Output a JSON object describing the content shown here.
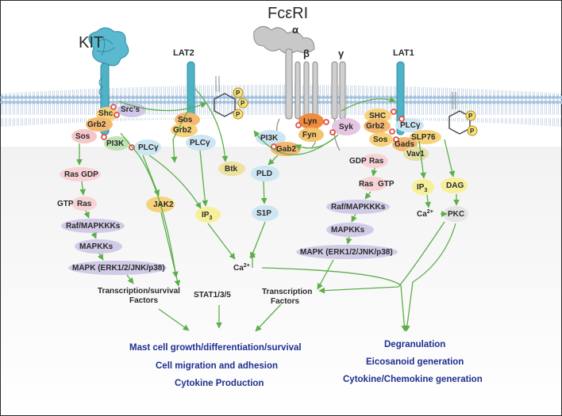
{
  "title": "FcεRI",
  "receptors": {
    "kit": "KIT",
    "lat2": "LAT2",
    "lat1": "LAT1",
    "alpha": "α",
    "beta": "β",
    "gamma": "γ"
  },
  "kit_pathway": {
    "shc": "Shc",
    "src": "Src's",
    "grb2": "Grb2",
    "sos": "Sos",
    "pi3k": "PI3K",
    "plcg": "PLCγ",
    "ras_gdp": "Ras GDP",
    "gtp": "GTP",
    "ras": "Ras",
    "raf": "Raf/MAPKKKs",
    "mapkks": "MAPKKs",
    "mapk": "MAPK (ERK1/2/JNK/p38)",
    "tf1": "Transcription/survival",
    "tf2": "Factors",
    "jak2": "JAK2",
    "stat": "STAT1/3/5"
  },
  "lat2_pathway": {
    "sos": "Sos",
    "grb2": "Grb2",
    "plcg": "PLCγ",
    "btk": "Btk",
    "ip3": "IP",
    "ip3_sub": "3"
  },
  "fceri_pathway": {
    "lyn": "Lyn",
    "fyn": "Fyn",
    "syk": "Syk",
    "pi3k": "PI3K",
    "gab2": "Gab2",
    "pld": "PLD",
    "s1p": "S1P",
    "ca": "Ca",
    "ca_sup": "2+"
  },
  "lat1_pathway": {
    "shc": "SHC",
    "grb2": "Grb2",
    "plcg": "PLCγ",
    "slp76": "SLP76",
    "sos": "Sos",
    "gads": "Gads",
    "vav1": "Vav1",
    "gdp": "GDP",
    "ras": "Ras",
    "ras2": "Ras",
    "gtp": "GTP",
    "raf": "Raf/MAPKKKs",
    "mapkks": "MAPKKs",
    "mapk": "MAPK (ERK1/2/JNK/p38)",
    "ip3": "IP",
    "ip3_sub": "3",
    "dag": "DAG",
    "ca": "Ca",
    "ca_sup": "2+",
    "pkc": "PKC",
    "tf1": "Transcription",
    "tf2": "Factors"
  },
  "phospho_label": "P",
  "outcomes_left": [
    "Mast cell growth/differentiation/survival",
    "Cell migration and adhesion",
    "Cytokine Production"
  ],
  "outcomes_right": [
    "Degranulation",
    "Eicosanoid generation",
    "Cytokine/Chemokine generation"
  ],
  "colors": {
    "arrow": "#5cae4a",
    "outcome_text": "#1f2f8f",
    "receptor": "#4fb3c8"
  }
}
